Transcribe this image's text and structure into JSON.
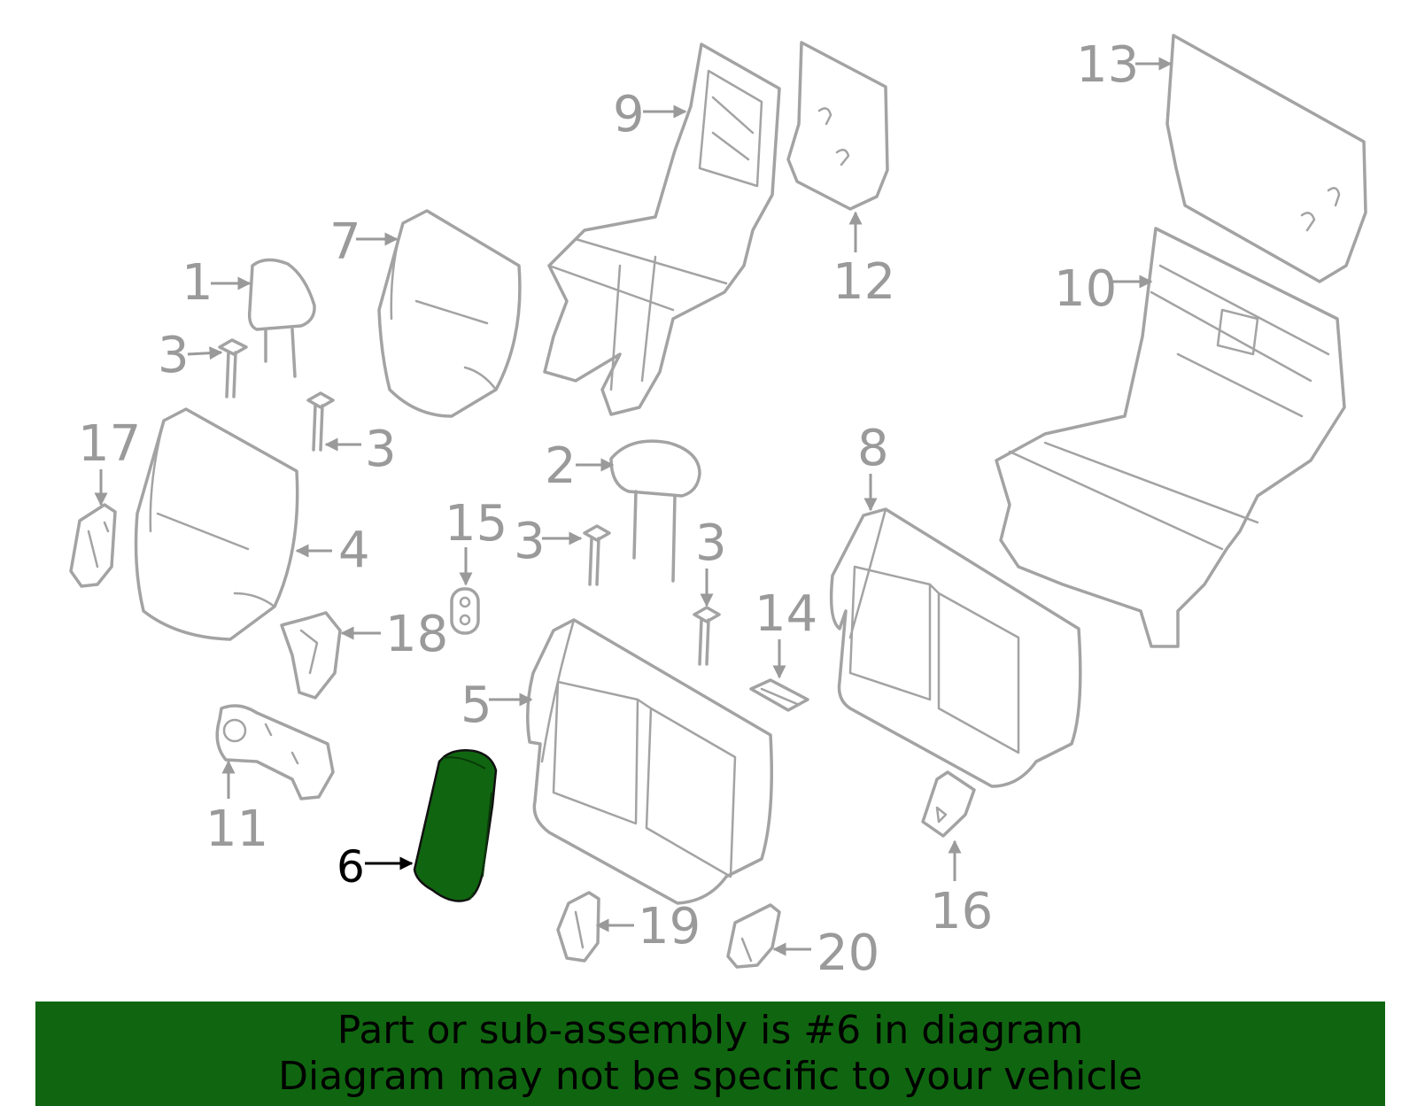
{
  "colors": {
    "highlight": "#106610",
    "outline": "#a3a3a3",
    "label": "#9a9a9a",
    "banner_background": "#106610",
    "banner_text": "#000000"
  },
  "callouts": {
    "c1": "1",
    "c2": "2",
    "c3a": "3",
    "c3b": "3",
    "c3c": "3",
    "c3d": "3",
    "c4": "4",
    "c5": "5",
    "c6": "6",
    "c7": "7",
    "c8": "8",
    "c9": "9",
    "c10": "10",
    "c11": "11",
    "c12": "12",
    "c13": "13",
    "c14": "14",
    "c15": "15",
    "c16": "16",
    "c17": "17",
    "c18": "18",
    "c19": "19",
    "c20": "20"
  },
  "highlighted_part": "6",
  "banner": {
    "line1": "Part or sub-assembly is #6 in diagram",
    "line2": "Diagram may not be specific to your vehicle"
  }
}
